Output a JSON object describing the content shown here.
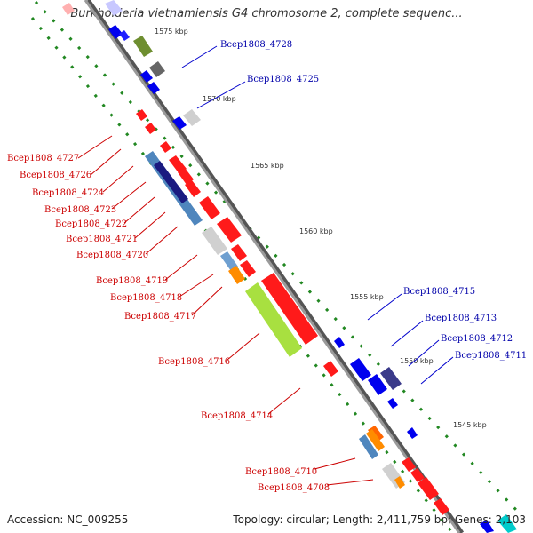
{
  "title": "Burkholderia vietnamiensis G4 chromosome 2, complete sequenc...",
  "footer": {
    "accession": "Accession: NC_009255",
    "topology": "Topology: circular; Length: 2,411,759 bp; Genes: 2,103"
  },
  "colors": {
    "backbone": "#888888",
    "minus_label": "#cc0000",
    "plus_label": "#0000aa",
    "tick": "#228822"
  },
  "scale_labels": [
    "1575 kbp",
    "1570 kbp",
    "1565 kbp",
    "1560 kbp",
    "1555 kbp",
    "1550 kbp",
    "1545 kbp"
  ],
  "plus_strand_labels": [
    "Bcep1808_4728",
    "Bcep1808_4725",
    "Bcep1808_4715",
    "Bcep1808_4713",
    "Bcep1808_4712",
    "Bcep1808_4711"
  ],
  "minus_strand_labels": [
    "Bcep1808_4727",
    "Bcep1808_4726",
    "Bcep1808_4724",
    "Bcep1808_4723",
    "Bcep1808_4722",
    "Bcep1808_4721",
    "Bcep1808_4720",
    "Bcep1808_4719",
    "Bcep1808_4718",
    "Bcep1808_4717",
    "Bcep1808_4716",
    "Bcep1808_4714",
    "Bcep1808_4710",
    "Bcep1808_4708"
  ]
}
